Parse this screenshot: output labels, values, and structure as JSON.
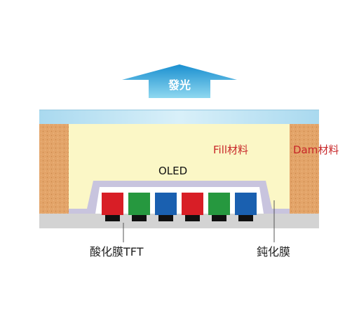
{
  "labels": {
    "emit_light": "發光",
    "fill_material": "Fill材料",
    "dam_material": "Dam材料",
    "oled": "OLED",
    "tft": "酸化膜TFT",
    "passivation": "鈍化膜"
  },
  "colors": {
    "arrow": "#5cc0e8",
    "glass": "#bfe3f3",
    "fill": "#fbf7c6",
    "dam": "#e3a469",
    "passivation": "#c8c4de",
    "substrate": "#d3d3d3",
    "text_red": "#c8282a",
    "pixels": [
      "#d81e26",
      "#26983f",
      "#1a60b0",
      "#d81e26",
      "#26983f",
      "#1a60b0"
    ],
    "tft_block": "#111111"
  },
  "pixels": [
    {
      "color": "red"
    },
    {
      "color": "green"
    },
    {
      "color": "blue"
    },
    {
      "color": "red"
    },
    {
      "color": "green"
    },
    {
      "color": "blue"
    }
  ]
}
